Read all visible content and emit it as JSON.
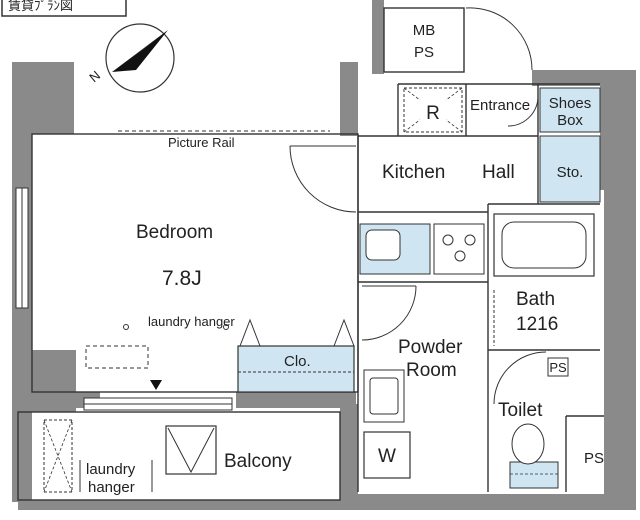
{
  "corner_tag": "賃貸ﾌﾟﾗﾝ図",
  "colors": {
    "wall": "#8a8a8a",
    "line": "#333333",
    "accent": "#cfe6f2",
    "floor": "#ffffff"
  },
  "rooms": {
    "bedroom": "Bedroom",
    "bedroom_size": "7.8J",
    "picture_rail": "Picture Rail",
    "laundry_hanger_bedroom": "laundry hanger",
    "closet": "Clo.",
    "kitchen": "Kitchen",
    "hall": "Hall",
    "entrance": "Entrance",
    "shoes_box_line1": "Shoes",
    "shoes_box_line2": "Box",
    "storage": "Sto.",
    "mb_line1": "MB",
    "mb_line2": "PS",
    "refrigerator": "R",
    "bath": "Bath",
    "bath_size": "1216",
    "powder_room_line1": "Powder",
    "powder_room_line2": "Room",
    "washer": "W",
    "toilet": "Toilet",
    "ps_small": "PS",
    "ps": "PS",
    "balcony": "Balcony",
    "laundry_hanger_balcony_line1": "laundry",
    "laundry_hanger_balcony_line2": "hanger",
    "compass": "N"
  }
}
